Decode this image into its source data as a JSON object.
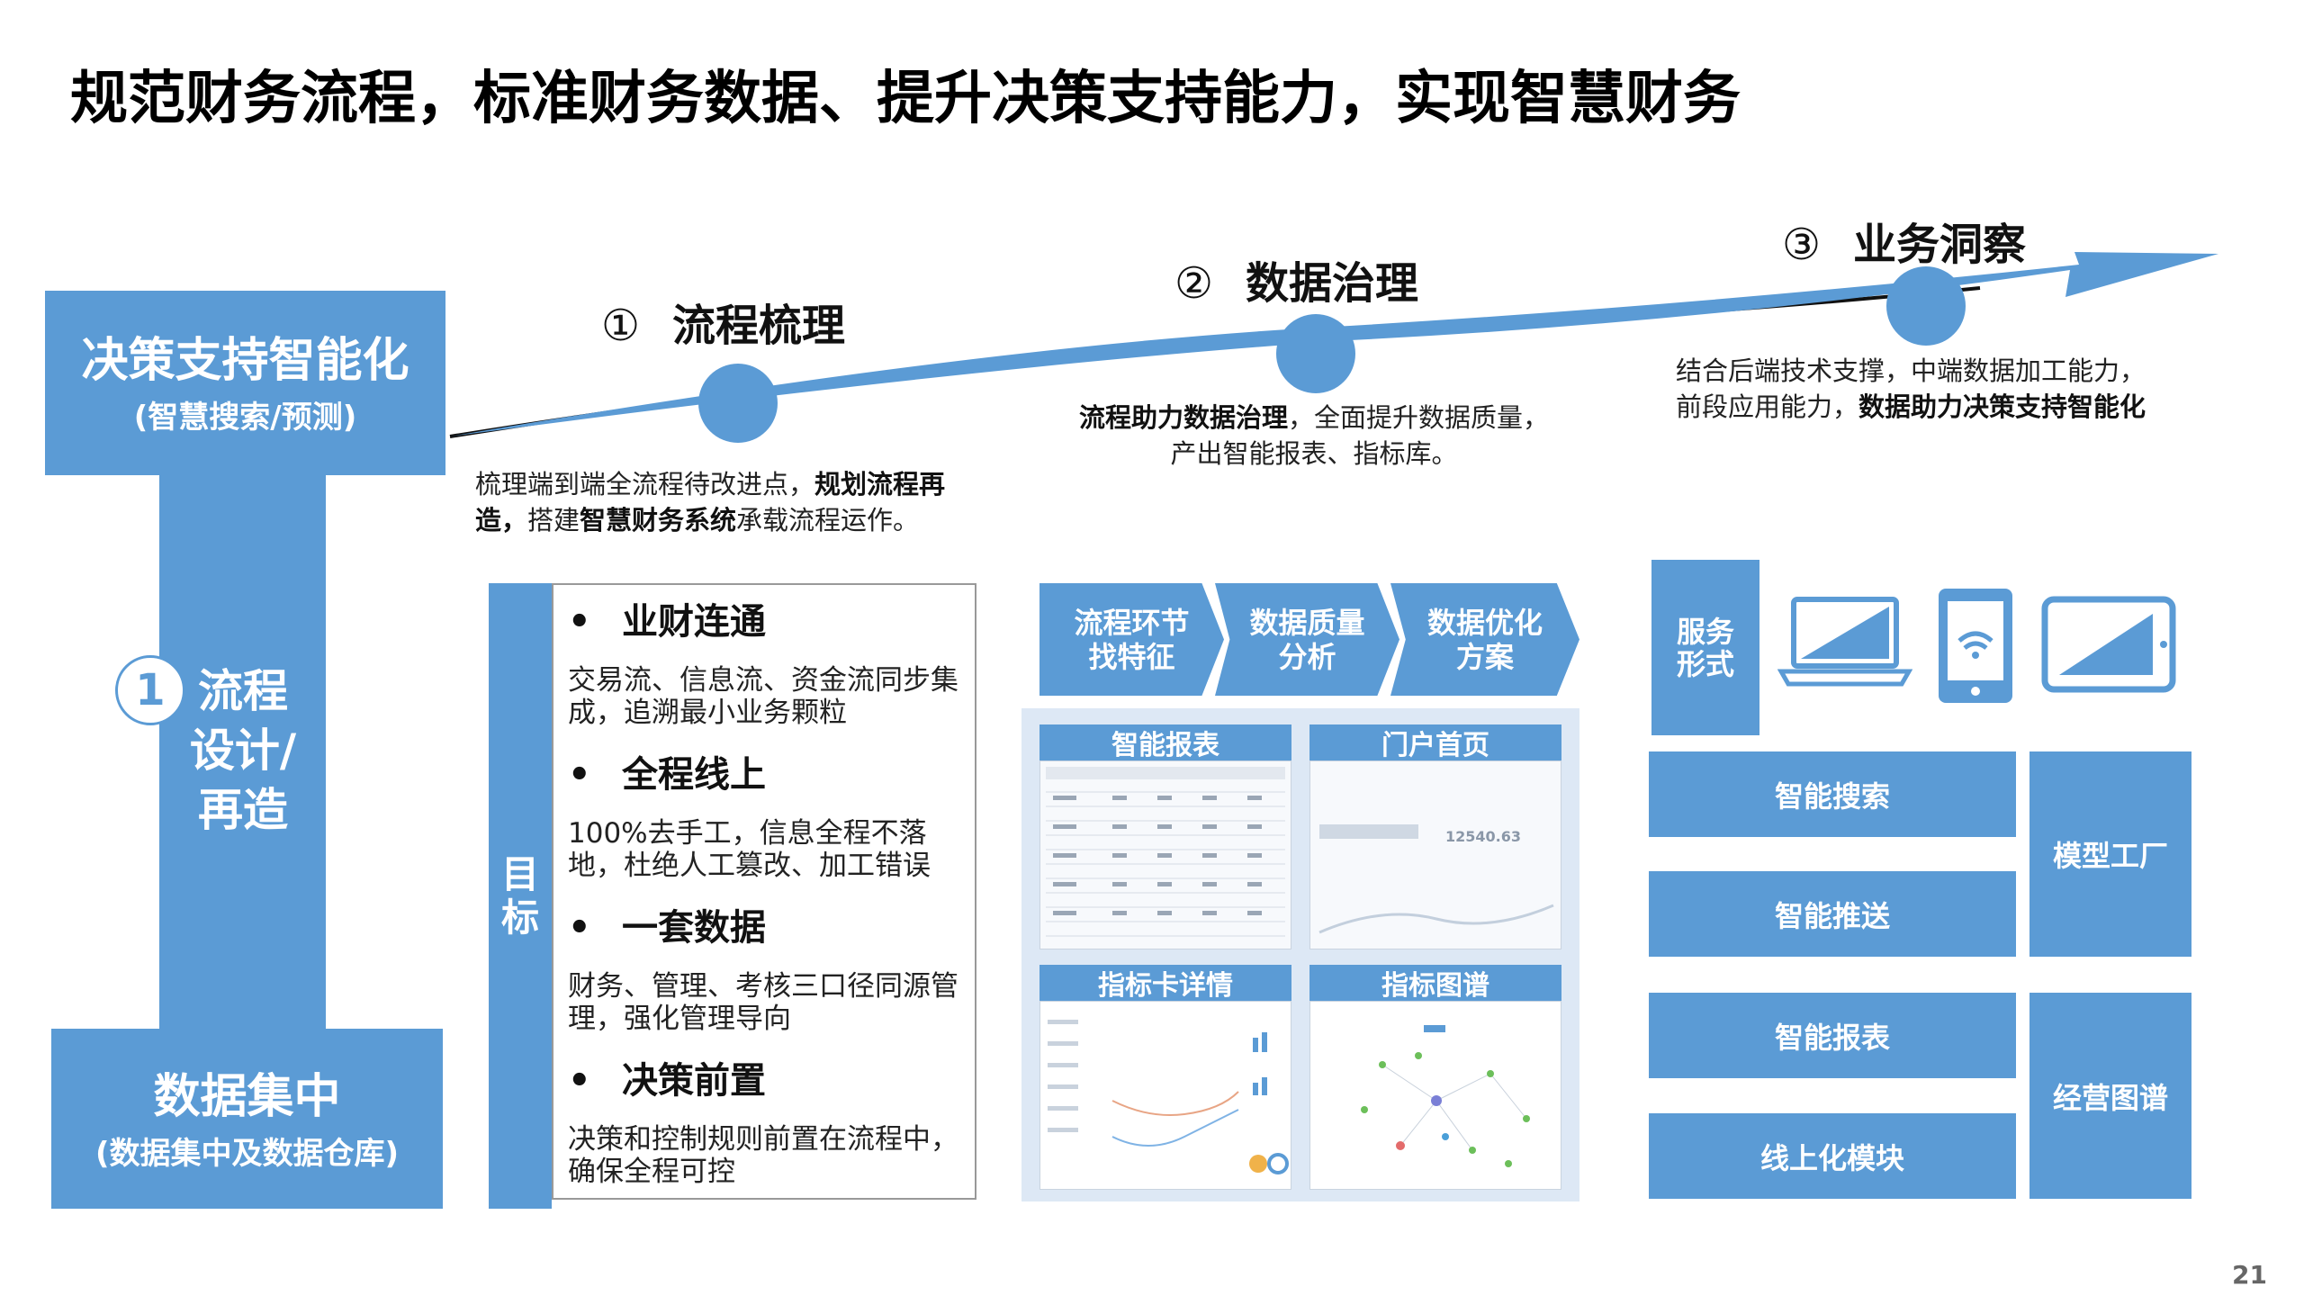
{
  "page": {
    "title": "规范财务流程，标准财务数据、提升决策支持能力，实现智慧财务",
    "page_number": "21"
  },
  "stages": [
    {
      "num": "①",
      "label": "流程梳理"
    },
    {
      "num": "②",
      "label": "数据治理"
    },
    {
      "num": "③",
      "label": "业务洞察"
    }
  ],
  "stage_desc": {
    "s1": {
      "p1": "梳理端到端全流程待改进点，",
      "b1": "规划流程再造，",
      "p2": "搭建",
      "b2": "智慧财务系统",
      "p3": "承载流程运作。"
    },
    "s2": {
      "b1": "流程助力数据治理",
      "p1": "，全面提升数据质量，",
      "p2": "产出智能报表、指标库。"
    },
    "s3": {
      "p1": "结合后端技术支撑，中端数据加工能力，",
      "p2": "前段应用能力，",
      "b1": "数据助力决策支持智能化"
    }
  },
  "left": {
    "top_title": "决策支持智能化",
    "top_sub": "(智慧搜索/预测)",
    "mid_num": "1",
    "mid_l1": "流程",
    "mid_l2": "设计/",
    "mid_l3": "再造",
    "bottom_title": "数据集中",
    "bottom_sub": "(数据集中及数据仓库)"
  },
  "goals": {
    "label_1": "目",
    "label_2": "标",
    "bullet": "•",
    "items": [
      {
        "title": "业财连通",
        "text": "交易流、信息流、资金流同步集成，追溯最小业务颗粒"
      },
      {
        "title": "全程线上",
        "text": "100%去手工，信息全程不落地，杜绝人工篡改、加工错误"
      },
      {
        "title": "一套数据",
        "text": "财务、管理、考核三口径同源管理，强化管理导向"
      },
      {
        "title": "决策前置",
        "text": "决策和控制规则前置在流程中，确保全程可控"
      }
    ]
  },
  "chevrons": [
    {
      "l1": "流程环节",
      "l2": "找特征"
    },
    {
      "l1": "数据质量",
      "l2": "分析"
    },
    {
      "l1": "数据优化",
      "l2": "方案"
    }
  ],
  "thumbs": [
    {
      "label": "智能报表"
    },
    {
      "label": "门户首页",
      "value": "12540.63"
    },
    {
      "label": "指标卡详情"
    },
    {
      "label": "指标图谱"
    }
  ],
  "services": {
    "form_l1": "服务",
    "form_l2": "形式",
    "items": [
      "智能搜索",
      "智能推送",
      "智能报表",
      "线上化模块"
    ],
    "side": [
      "模型工厂",
      "经营图谱"
    ]
  },
  "icons": [
    "laptop-icon",
    "phone-wifi-icon",
    "tablet-icon"
  ],
  "colors": {
    "accent": "#5b9bd5",
    "panel": "#dde8f5"
  }
}
